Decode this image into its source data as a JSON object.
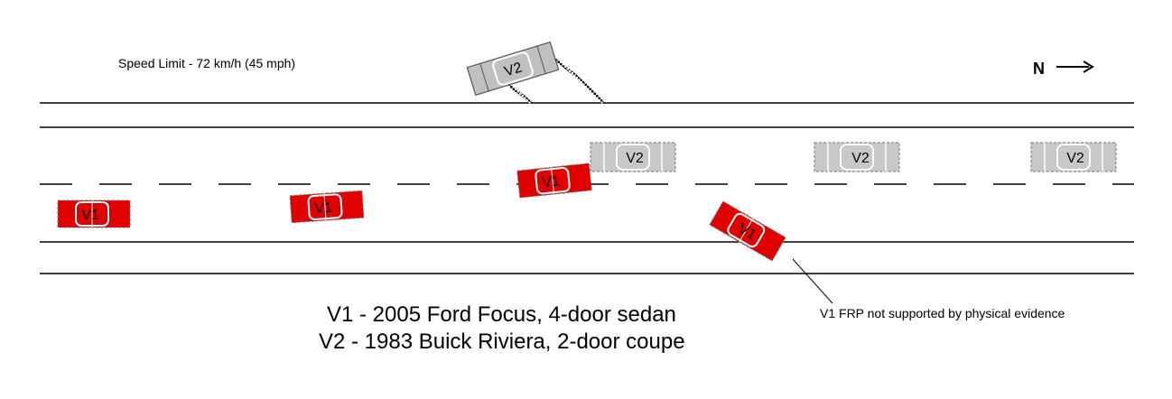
{
  "speed_limit_text": "Speed Limit - 72 km/h (45 mph)",
  "north_arrow_label": "N",
  "legend": {
    "v1": "V1 - 2005 Ford Focus, 4-door sedan",
    "v2": "V2 - 1983 Buick Riviera, 2-door coupe"
  },
  "annotation": "V1 FRP not supported by physical evidence",
  "vehicles": {
    "v1_label": "V1",
    "v2_label": "V2"
  },
  "colors": {
    "v1_fill": "#e00000",
    "v2_fill": "#c0c0c0",
    "road_line": "#000000"
  }
}
